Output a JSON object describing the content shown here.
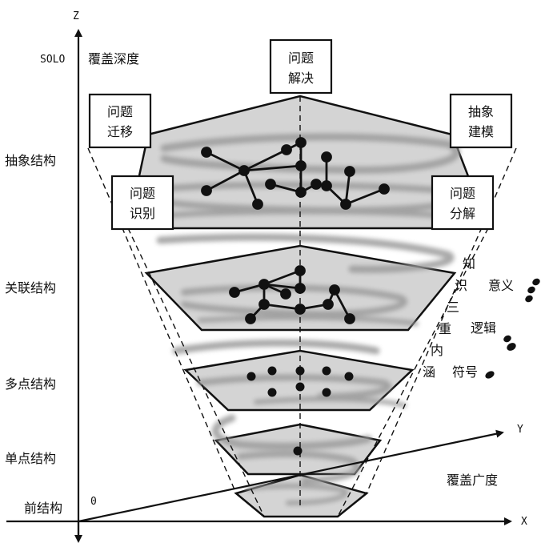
{
  "axes": {
    "z_label": "Z",
    "x_label": "X",
    "y_label": "Y",
    "origin_label": "0",
    "solo_label": "SOLO",
    "z_axis_title": "覆盖深度",
    "y_axis_title": "覆盖广度"
  },
  "levels": [
    {
      "label": "抽象结构"
    },
    {
      "label": "关联结构"
    },
    {
      "label": "多点结构"
    },
    {
      "label": "单点结构"
    },
    {
      "label": "前结构"
    }
  ],
  "problem_boxes": [
    {
      "line1": "问题",
      "line2": "解决"
    },
    {
      "line1": "问题",
      "line2": "迁移"
    },
    {
      "line1": "抽象",
      "line2": "建模"
    },
    {
      "line1": "问题",
      "line2": "识别"
    },
    {
      "line1": "问题",
      "line2": "分解"
    }
  ],
  "knowledge": {
    "vertical_text": [
      "知",
      "识",
      "三",
      "重",
      "内",
      "涵"
    ],
    "meanings": [
      "意义",
      "逻辑",
      "符号"
    ]
  },
  "colors": {
    "fill": "#d4d4d4",
    "stroke": "#111111",
    "swirl": "#9a9a9a"
  }
}
